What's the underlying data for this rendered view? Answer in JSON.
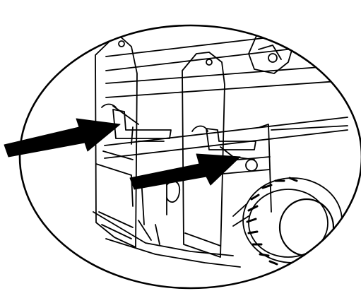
{
  "figure": {
    "kind": "mechanical-detail-illustration",
    "frame": "circular-magnifier",
    "style": "black-line-art",
    "callouts": [
      {
        "name": "arrow-upper-left",
        "icon": "arrow-right-icon"
      },
      {
        "name": "arrow-lower-center",
        "icon": "arrow-right-icon"
      }
    ],
    "colors": {
      "ink": "#000000",
      "paper": "#ffffff"
    }
  }
}
